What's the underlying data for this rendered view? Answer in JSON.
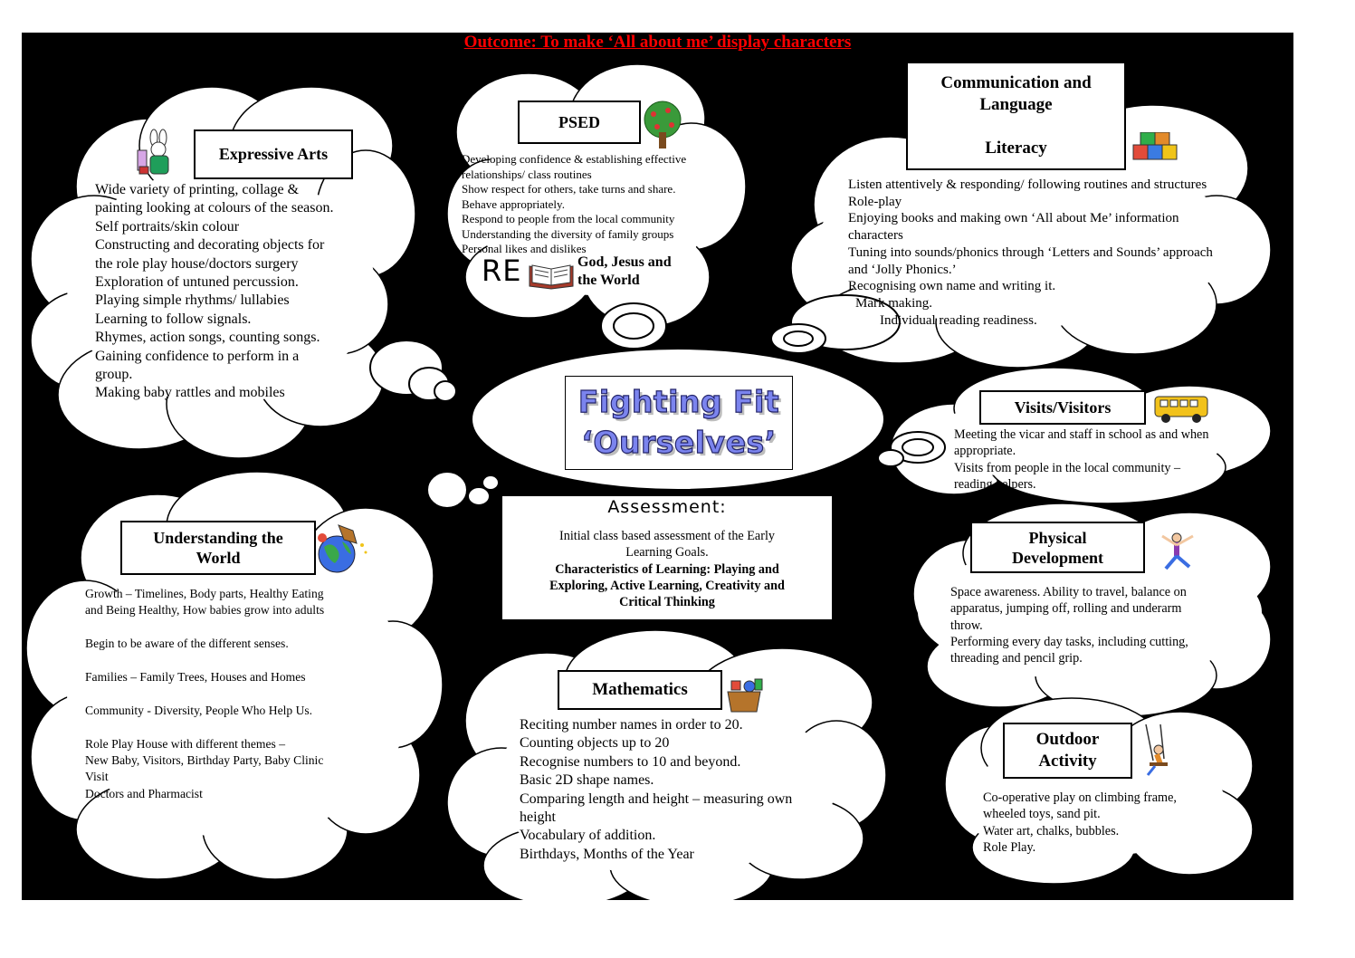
{
  "title": "Outcome: To make ‘All about me’ display characters",
  "center": {
    "line1": "Fighting Fit",
    "line2": "‘Ourselves’"
  },
  "expressive_arts": {
    "heading": "Expressive Arts",
    "icon": "rabbit-artist-icon",
    "lines": [
      "Wide variety of printing, collage &",
      "painting looking at colours of the season.",
      "Self portraits/skin colour",
      "Constructing and decorating objects for",
      "the role play house/doctors surgery",
      "Exploration of untuned percussion.",
      "Playing simple rhythms/ lullabies",
      "Learning to follow signals.",
      "Rhymes, action songs, counting songs.",
      "Gaining confidence to perform in a",
      "group.",
      "Making baby rattles and mobiles"
    ]
  },
  "psed": {
    "heading": "PSED",
    "icon": "tree-icon",
    "lines": [
      "Developing confidence & establishing effective",
      "relationships/ class routines",
      "Show respect for others, take turns and share.",
      "Behave appropriately.",
      "Respond to people from the local community",
      "Understanding the diversity of family groups",
      "Personal likes and dislikes"
    ],
    "re_label": "RE",
    "re_icon": "open-book-icon",
    "re_text": [
      "God, Jesus and",
      "the World"
    ]
  },
  "communication": {
    "heading_lines": [
      "Communication and",
      "Language",
      "",
      "Literacy"
    ],
    "icon": "alphabet-blocks-icon",
    "lines": [
      "Listen attentively & responding/ following routines and structures",
      "Role-play",
      "Enjoying books and making own ‘All about Me’ information",
      "characters",
      "Tuning into sounds/phonics through ‘Letters and Sounds’ approach",
      "and ‘Jolly Phonics.’",
      "Recognising own name and writing it.",
      "Mark making.",
      "Individual reading readiness."
    ]
  },
  "visits": {
    "heading": "Visits/Visitors",
    "icon": "school-bus-icon",
    "lines": [
      "Meeting the vicar and staff in school as and when",
      "appropriate.",
      "Visits from people in the local community –",
      "reading helpers."
    ]
  },
  "assessment": {
    "heading": "Assessment:",
    "plain": [
      "Initial class based assessment of the Early",
      "Learning Goals."
    ],
    "bold": [
      "Characteristics of Learning: Playing and",
      "Exploring, Active Learning, Creativity and",
      "Critical Thinking"
    ]
  },
  "understanding": {
    "heading_lines": [
      "Understanding the",
      "World"
    ],
    "icon": "globe-icon",
    "lines": [
      "Growth – Timelines, Body parts, Healthy Eating",
      "and Being Healthy, How babies grow into adults",
      "",
      "Begin to be aware of the different senses.",
      "",
      "Families – Family Trees, Houses and Homes",
      "",
      "Community  - Diversity, People Who Help Us.",
      "",
      "Role Play House with different themes –",
      "New Baby, Visitors, Birthday Party, Baby Clinic",
      "Visit",
      "Doctors and Pharmacist"
    ]
  },
  "physical": {
    "heading_lines": [
      "Physical",
      "Development"
    ],
    "icon": "jumping-child-icon",
    "lines": [
      "Space awareness. Ability to travel, balance on",
      "apparatus, jumping off, rolling and underarm",
      "throw.",
      "Performing every day tasks, including cutting,",
      "threading and pencil grip."
    ]
  },
  "mathematics": {
    "heading": "Mathematics",
    "icon": "toy-box-icon",
    "lines": [
      "Reciting number names in order to 20.",
      "Counting objects up to 20",
      "Recognise numbers to 10 and beyond.",
      "Basic 2D shape names.",
      "Comparing length and height – measuring own",
      "height",
      "Vocabulary of addition.",
      "Birthdays, Months of the Year"
    ]
  },
  "outdoor": {
    "heading_lines": [
      "Outdoor",
      "Activity"
    ],
    "icon": "swing-icon",
    "lines": [
      "Co-operative play on climbing frame,",
      "wheeled toys, sand pit.",
      "Water art, chalks, bubbles.",
      "Role Play."
    ]
  }
}
